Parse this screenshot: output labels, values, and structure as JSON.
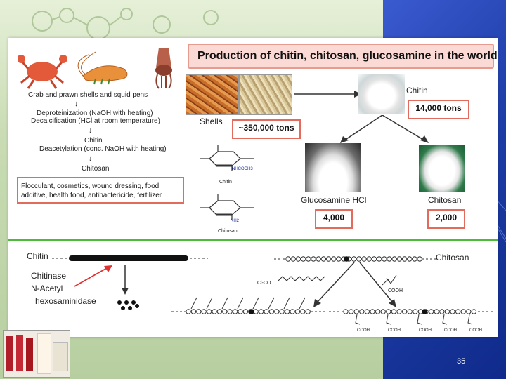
{
  "title": "Production of chitin, chitosan, glucosamine in the world",
  "process": {
    "steps": [
      "Crab and prawn shells and squid pens",
      "Deproteinization (NaOH with heating)",
      "Decalcification (HCl at room temperature)",
      "Chitin",
      "Deacetylation (conc. NaOH with heating)",
      "Chitosan"
    ],
    "uses": "Flocculant, cosmetics, wound dressing, food additive, health food, antibactericide, fertilizer",
    "arrow_glyph": "↓"
  },
  "products": {
    "shells_label": "Shells",
    "shells_amount": "~350,000 tons",
    "chitin_label": "Chitin",
    "chitin_amount": "14,000 tons",
    "glucosamine_label": "Glucosamine HCl",
    "glucosamine_amount": "4,000",
    "chitosan_label": "Chitosan",
    "chitosan_amount": "2,000"
  },
  "structures": {
    "chitin_caption": "Chitin",
    "chitin_group": "NHCOCH3",
    "chitosan_caption": "Chitosan",
    "chitosan_group": "NH2"
  },
  "reactions": {
    "left_chain": "Chitin",
    "enzyme_1": "Chitinase",
    "enzyme_2": "N-Acetyl",
    "enzyme_3": "hexosaminidase",
    "right_chain": "Chitosan",
    "acyl_group": "Cl-CO",
    "acid_group": "COOH"
  },
  "slide_number": "35",
  "colors": {
    "panel_border": "#e26b5d",
    "divider": "#4cbb3a",
    "background_blue": "#1838a8"
  }
}
